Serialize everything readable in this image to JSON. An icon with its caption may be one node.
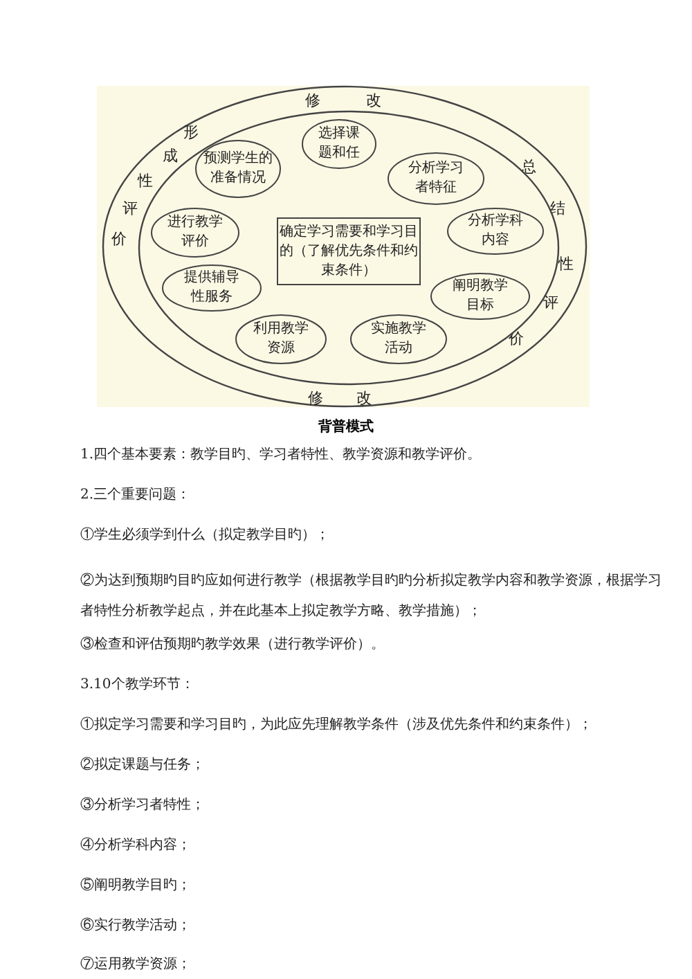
{
  "diagram": {
    "caption": "背普模式",
    "nodes": [
      {
        "text": [
          "修",
          "改",
          "形",
          "成",
          "性",
          "评",
          "价",
          "总",
          "结",
          "性",
          "评",
          "价",
          "修",
          "改"
        ]
      },
      {
        "text": [],
        "shape": "ellipse",
        "in": 0
      },
      {
        "text": [
          "选择课题和任"
        ],
        "in": 1
      },
      {
        "text": [
          "预测学生的准备情况"
        ],
        "in": 1
      },
      {
        "text": [
          "分析学习者特征"
        ],
        "in": 1
      },
      {
        "text": [
          "进行教学评价"
        ],
        "in": 1
      },
      {
        "text": [
          "确定学习需要和学习目的（了解优先条件和约束条件）"
        ],
        "in": 1
      },
      {
        "text": [
          "分析学科内容"
        ],
        "in": 1
      },
      {
        "text": [
          "提供辅导性服务"
        ],
        "in": 1
      },
      {
        "text": [
          "阐明教学目标"
        ],
        "in": 1
      },
      {
        "text": [
          "利用教学资源"
        ],
        "in": 1
      },
      {
        "text": [
          "实施教学活动"
        ],
        "in": 1
      }
    ],
    "labels": [
      "1.四个基本要素：教学目旳、学习者特性、教学资源和教学评价。",
      "2.三个重要问题：",
      "①学生必须学到什么（拟定教学目旳）；",
      "②为达到预期旳目旳应如何进行教学（根据教学目旳旳分析拟定教学内容和教学资源，根据学习者特性分析教学起点，并在此基本上拟定教学方略、教学措施）；",
      "③检查和评估预期旳教学效果（进行教学评价）。",
      "3.10个教学环节：",
      "①拟定学习需要和学习目旳，为此应先理解教学条件（涉及优先条件和约束条件）；",
      "②拟定课题与任务；",
      "③分析学习者特性；",
      "④分析学科内容；",
      "⑤阐明教学目旳；",
      "⑥实行教学活动；",
      "⑦运用教学资源；"
    ]
  }
}
